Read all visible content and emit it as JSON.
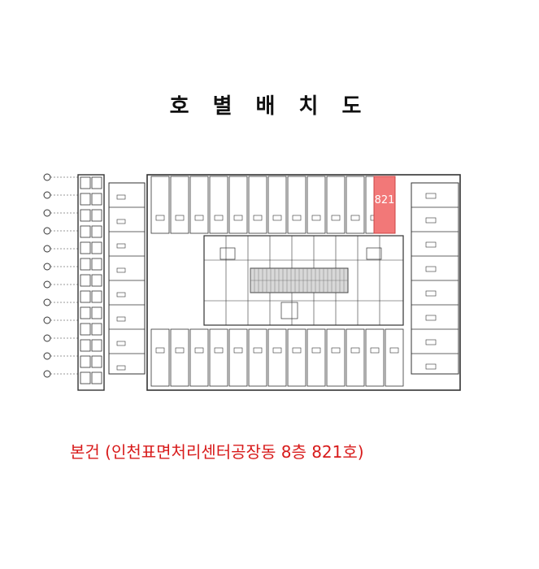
{
  "title": "호 별 배 치 도",
  "plan": {
    "highlight_unit": "821",
    "highlight_color": "#f27878",
    "line_color": "#333333"
  },
  "caption": "본건 (인천표면처리센터공장동 8층 821호)",
  "caption_color": "#d81b1b"
}
